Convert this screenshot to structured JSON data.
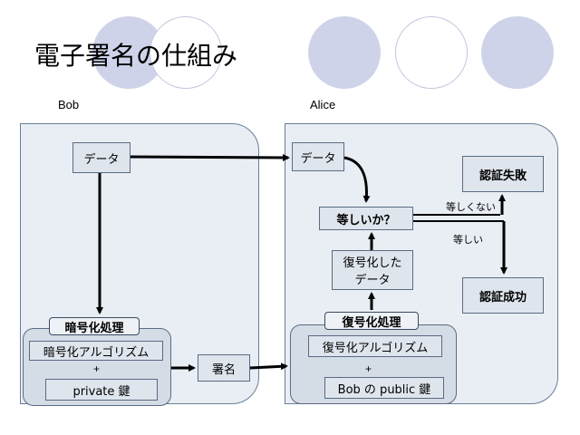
{
  "title": "電子署名の仕組み",
  "bob_label": "Bob",
  "alice_label": "Alice",
  "bob": {
    "data_box": "データ",
    "encrypt_tab": "暗号化処理",
    "algorithm": "暗号化アルゴリズム",
    "plus": "+",
    "key": "private 鍵"
  },
  "signature": "署名",
  "alice": {
    "data_box": "データ",
    "compare": "等しいか？",
    "decrypted_data_line1": "復号化した",
    "decrypted_data_line2": "データ",
    "decrypt_tab": "復号化処理",
    "algorithm": "復号化アルゴリズム",
    "plus": "+",
    "key": "Bob の public 鍵",
    "auth_fail": "認証失敗",
    "auth_success": "認証成功",
    "not_equal_label": "等しくない",
    "equal_label": "等しい"
  },
  "colors": {
    "circle_fill": "#cfd3ea",
    "circle_stroke": "#c2c7e0",
    "panel_fill": "#e9eef4",
    "box_fill": "#dfe5ed"
  }
}
